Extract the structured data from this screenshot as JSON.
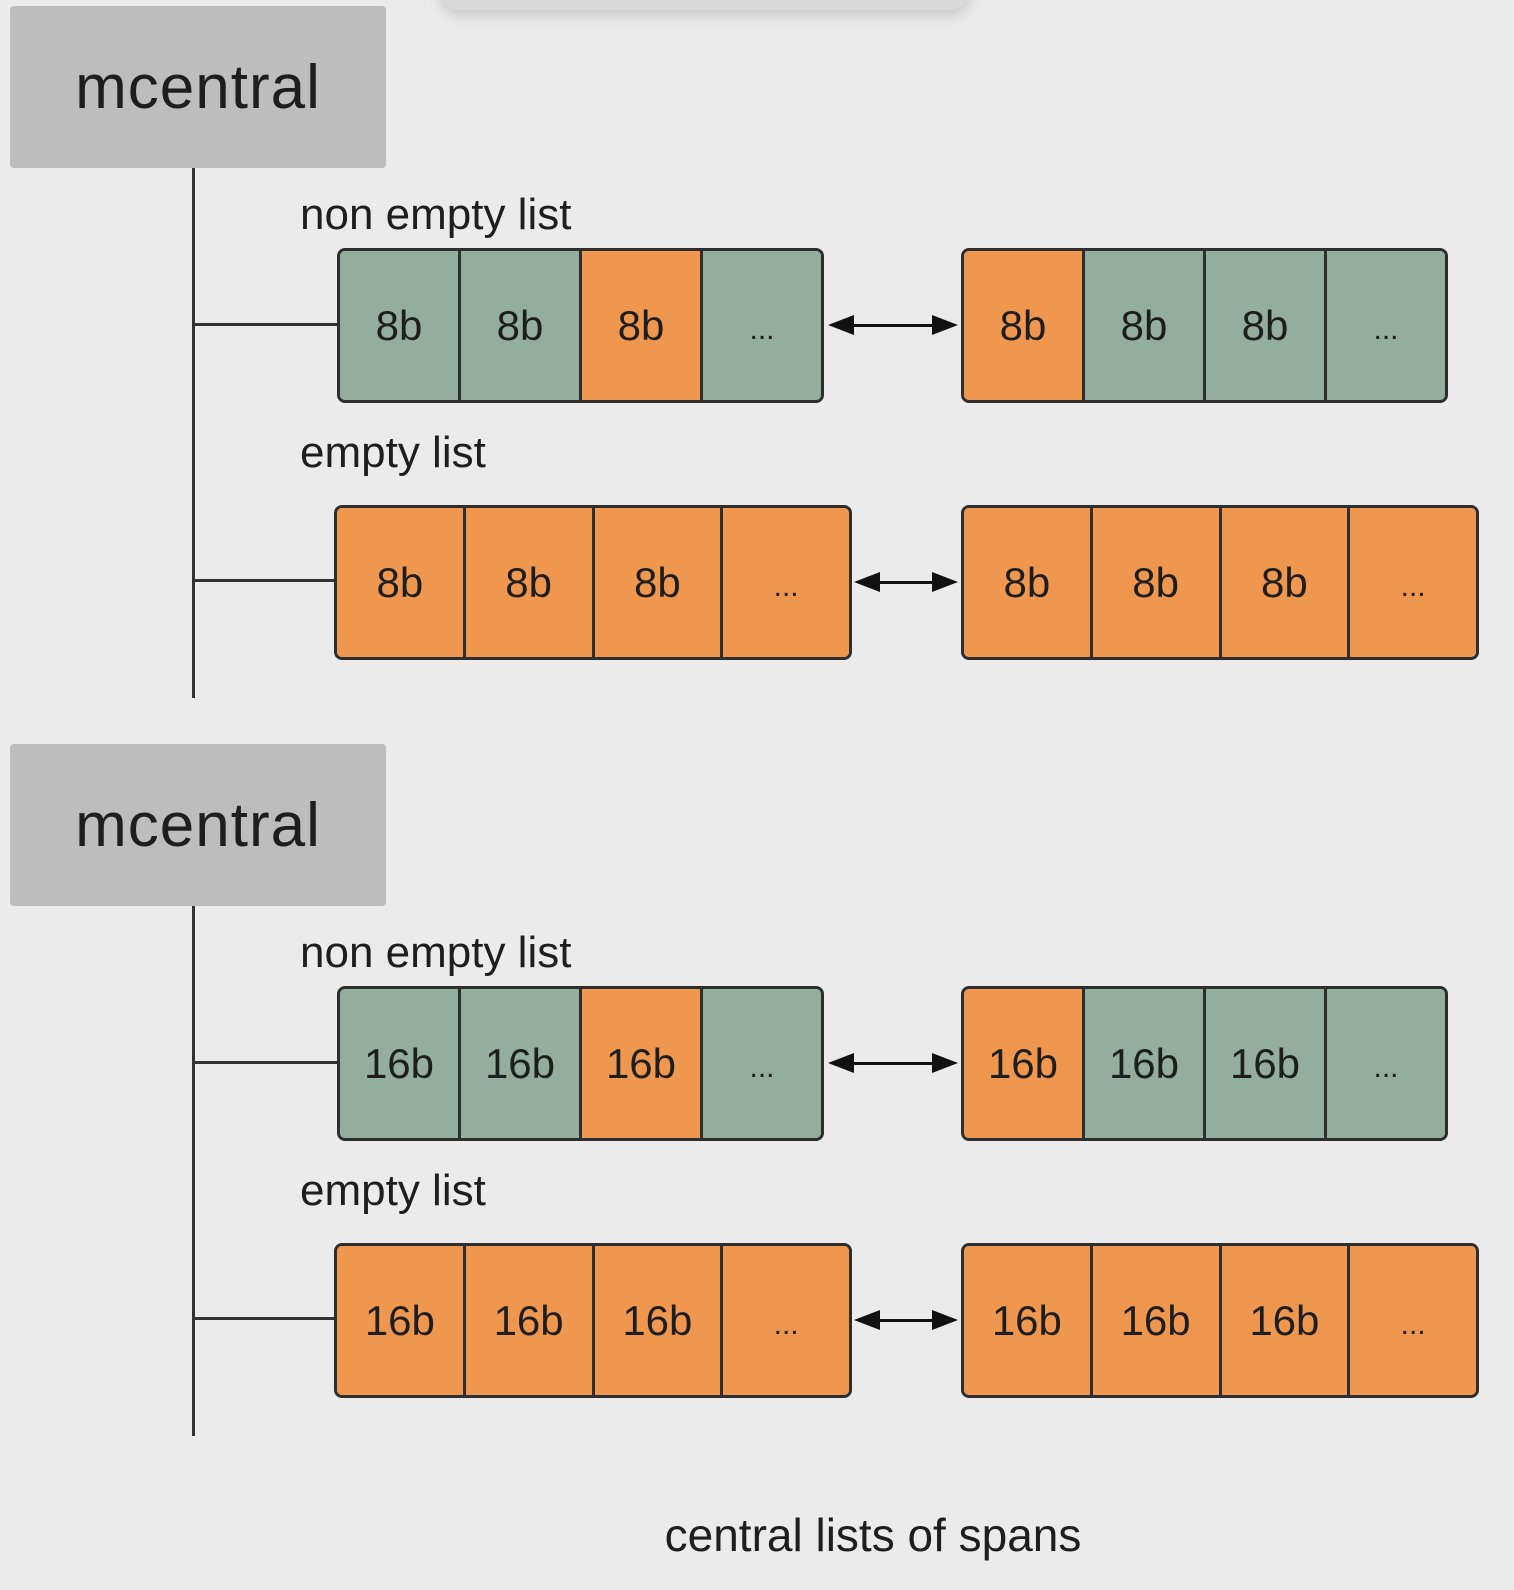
{
  "colors": {
    "free_span": "#f0974f",
    "used_span": "#93ad9e",
    "header_box": "#bdbdbd",
    "background": "#ebebeb"
  },
  "groups": [
    {
      "title": "mcentral",
      "lists": [
        {
          "label": "non empty list",
          "blocks": [
            [
              {
                "text": "8b",
                "state": "used"
              },
              {
                "text": "8b",
                "state": "used"
              },
              {
                "text": "8b",
                "state": "free"
              },
              {
                "text": "...",
                "state": "used"
              }
            ],
            [
              {
                "text": "8b",
                "state": "free"
              },
              {
                "text": "8b",
                "state": "used"
              },
              {
                "text": "8b",
                "state": "used"
              },
              {
                "text": "...",
                "state": "used"
              }
            ]
          ]
        },
        {
          "label": "empty list",
          "blocks": [
            [
              {
                "text": "8b",
                "state": "free"
              },
              {
                "text": "8b",
                "state": "free"
              },
              {
                "text": "8b",
                "state": "free"
              },
              {
                "text": "...",
                "state": "free"
              }
            ],
            [
              {
                "text": "8b",
                "state": "free"
              },
              {
                "text": "8b",
                "state": "free"
              },
              {
                "text": "8b",
                "state": "free"
              },
              {
                "text": "...",
                "state": "free"
              }
            ]
          ]
        }
      ]
    },
    {
      "title": "mcentral",
      "lists": [
        {
          "label": "non empty list",
          "blocks": [
            [
              {
                "text": "16b",
                "state": "used"
              },
              {
                "text": "16b",
                "state": "used"
              },
              {
                "text": "16b",
                "state": "free"
              },
              {
                "text": "...",
                "state": "used"
              }
            ],
            [
              {
                "text": "16b",
                "state": "free"
              },
              {
                "text": "16b",
                "state": "used"
              },
              {
                "text": "16b",
                "state": "used"
              },
              {
                "text": "...",
                "state": "used"
              }
            ]
          ]
        },
        {
          "label": "empty list",
          "blocks": [
            [
              {
                "text": "16b",
                "state": "free"
              },
              {
                "text": "16b",
                "state": "free"
              },
              {
                "text": "16b",
                "state": "free"
              },
              {
                "text": "...",
                "state": "free"
              }
            ],
            [
              {
                "text": "16b",
                "state": "free"
              },
              {
                "text": "16b",
                "state": "free"
              },
              {
                "text": "16b",
                "state": "free"
              },
              {
                "text": "...",
                "state": "free"
              }
            ]
          ]
        }
      ]
    }
  ],
  "caption": "central lists of spans"
}
